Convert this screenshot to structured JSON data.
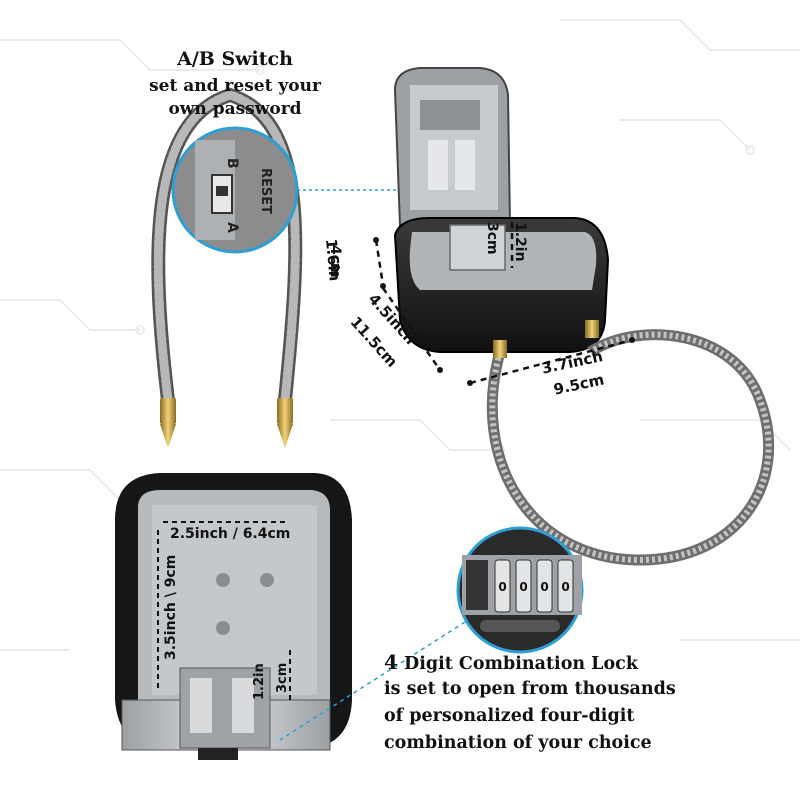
{
  "ab_switch": {
    "title": "A/B Switch",
    "line1": "set and reset your",
    "line2": "own password",
    "switch_letters": [
      "B",
      "A"
    ],
    "reset_text": "RESET"
  },
  "side_view_dims": {
    "height_in": "1.6in",
    "height_cm": "4cm",
    "length_in": "4.5inch",
    "length_cm": "11.5cm",
    "shackle_in": "3.7inch",
    "shackle_cm": "9.5cm",
    "slot_in": "1.2in",
    "slot_cm": "3cm"
  },
  "front_view_dims": {
    "width": "2.5inch / 6.4cm",
    "height": "3.5inch \\ 9cm",
    "slot_in": "1.2in",
    "slot_cm": "3cm"
  },
  "combination": {
    "title_num": "4",
    "title_rest": " Digit Combination Lock",
    "line2": "is set to open from thousands",
    "line3": "of personalized four-digit",
    "line4": "combination of your choice",
    "dial_digits": [
      "0",
      "0",
      "0",
      "0"
    ]
  },
  "colors": {
    "accent_line": "#2b9fd6",
    "cable": "#9a9a9a",
    "body_black": "#222222",
    "inner_gray": "#bfc2c5",
    "brass": "#c9a24a"
  }
}
